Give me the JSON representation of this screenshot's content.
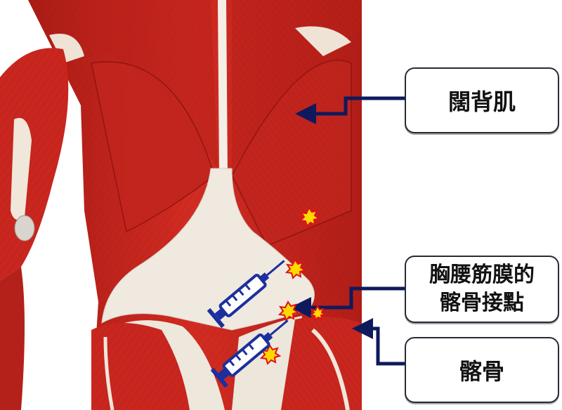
{
  "labels": {
    "latissimus": "闊背肌",
    "fascia_line1": "胸腰筋膜的",
    "fascia_line2": "髂骨接點",
    "ilium": "髂骨"
  },
  "colors": {
    "muscle": "#c8261e",
    "muscle_dark": "#8e1410",
    "fascia": "#efe9df",
    "arrow": "#0f1a5c",
    "syringe": "#1c2f9e",
    "burst": "#ffd800",
    "burst_outline": "#e0101a"
  },
  "icons": [
    "syringe-icon",
    "pain-burst-icon",
    "arrow-icon"
  ]
}
